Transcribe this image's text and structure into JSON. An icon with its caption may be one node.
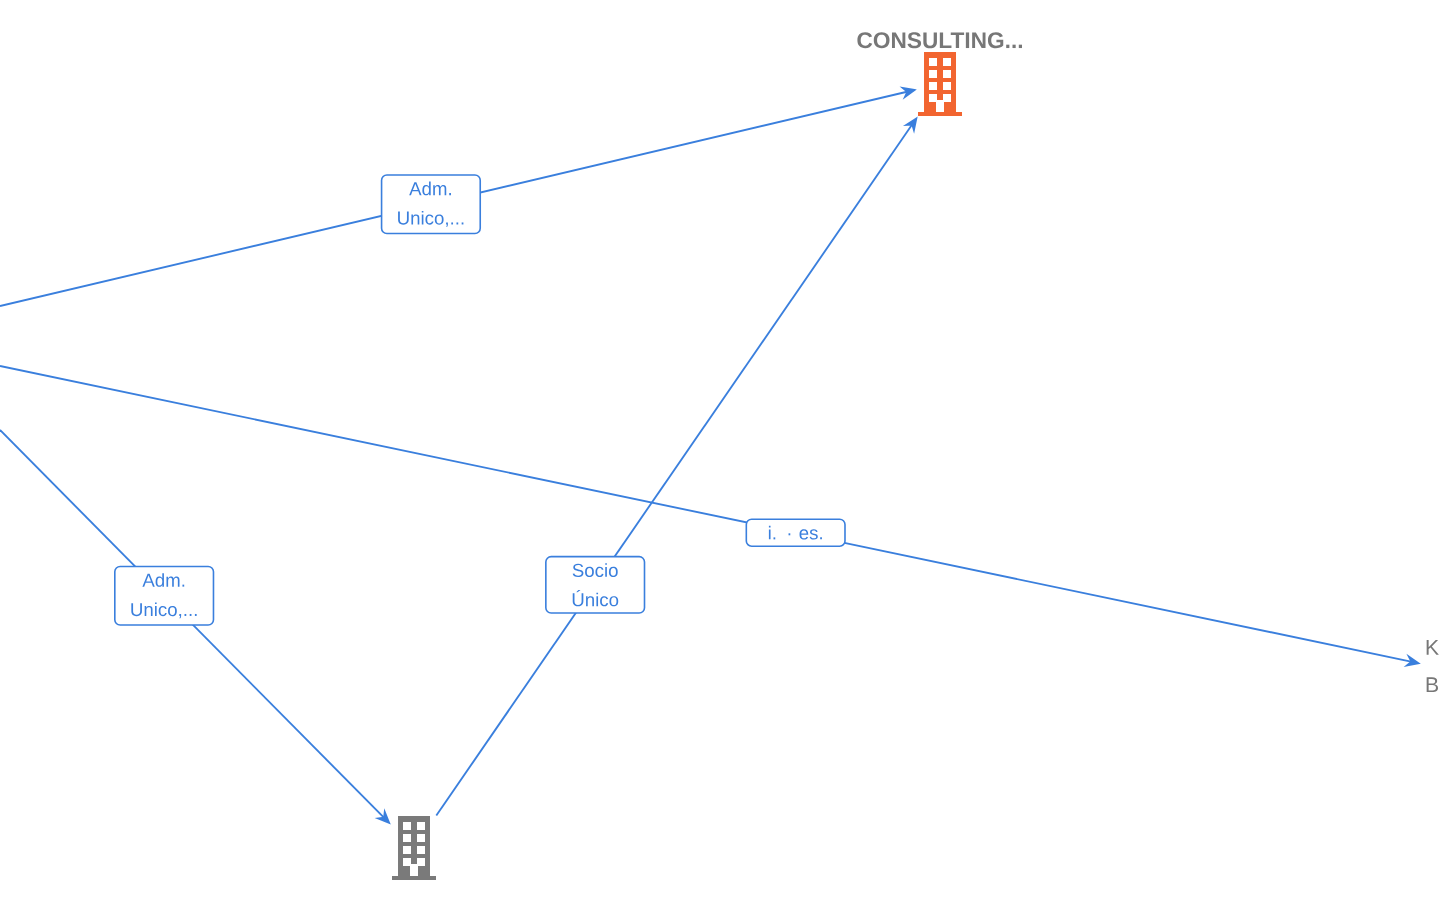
{
  "diagram": {
    "nodes": [
      {
        "text": [
          "CONSULTING..."
        ]
      },
      {
        "text": [
          "K B"
        ]
      },
      {
        "text": [],
        "shape": "building"
      }
    ],
    "edges": [
      {
        "from": null,
        "to": 0,
        "arrow": "to",
        "label": "Adm. Unico,..."
      },
      {
        "from": null,
        "to": 1,
        "arrow": "to",
        "label": "i. · es."
      },
      {
        "from": null,
        "to": 2,
        "arrow": "to",
        "label": "Adm. Unico,..."
      },
      {
        "from": 2,
        "to": 0,
        "arrow": "to",
        "label": "Socio Único"
      }
    ]
  }
}
